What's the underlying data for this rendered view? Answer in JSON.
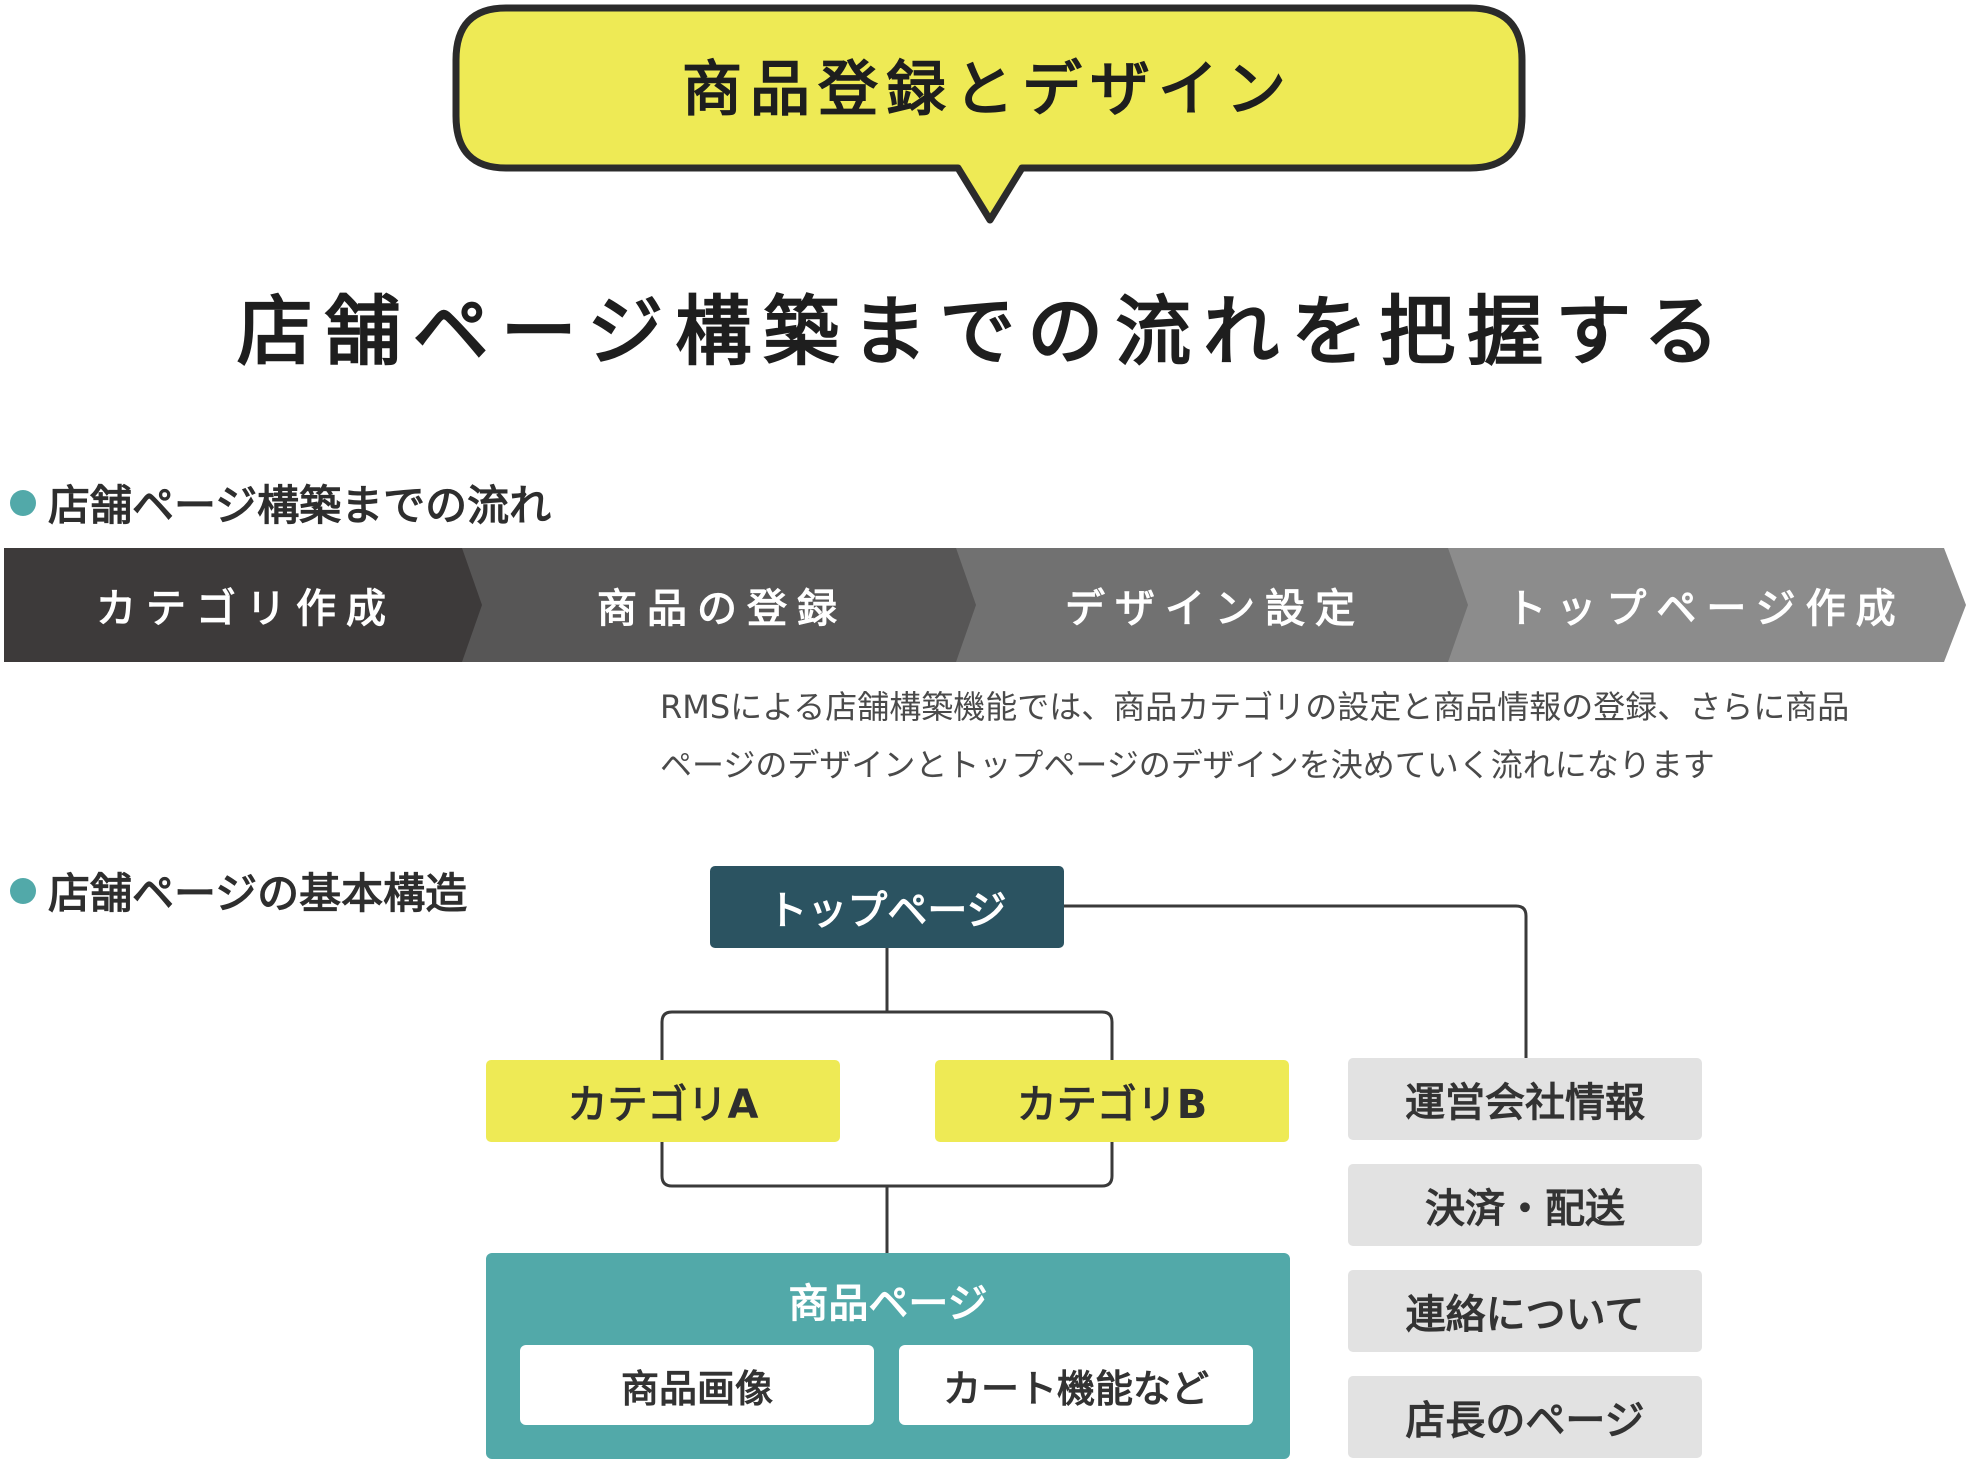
{
  "bubble": {
    "title": "商品登録とデザイン"
  },
  "main_title": "店舗ページ構築までの流れを把握する",
  "flow_section": {
    "heading": "店舗ページ構築までの流れ",
    "steps": [
      {
        "label": "カテゴリ作成",
        "color": "#3d3a3a"
      },
      {
        "label": "商品の登録",
        "color": "#575656"
      },
      {
        "label": "デザイン設定",
        "color": "#717171"
      },
      {
        "label": "トップページ作成",
        "color": "#8c8c8c"
      }
    ],
    "description_lines": [
      "RMSによる店舗構築機能では、商品カテゴリの設定と商品情報の登録、さらに商品",
      "ページのデザインとトップページのデザインを決めていく流れになります"
    ]
  },
  "structure_section": {
    "heading": "店舗ページの基本構造",
    "top_page": "トップページ",
    "categories": [
      "カテゴリA",
      "カテゴリB"
    ],
    "product_page": {
      "title": "商品ページ",
      "items": [
        "商品画像",
        "カート機能など"
      ]
    },
    "side_pages": [
      "運営会社情報",
      "決済・配送",
      "連絡について",
      "店長のページ"
    ]
  },
  "colors": {
    "bubble_fill": "#eeea55",
    "bubble_stroke": "#2b2b2b",
    "teal_accent": "#52a9a9",
    "top_page_fill": "#2b5361",
    "category_fill": "#eeea55",
    "side_page_fill": "#e2e2e2",
    "connector_line": "#3a3a3a"
  }
}
